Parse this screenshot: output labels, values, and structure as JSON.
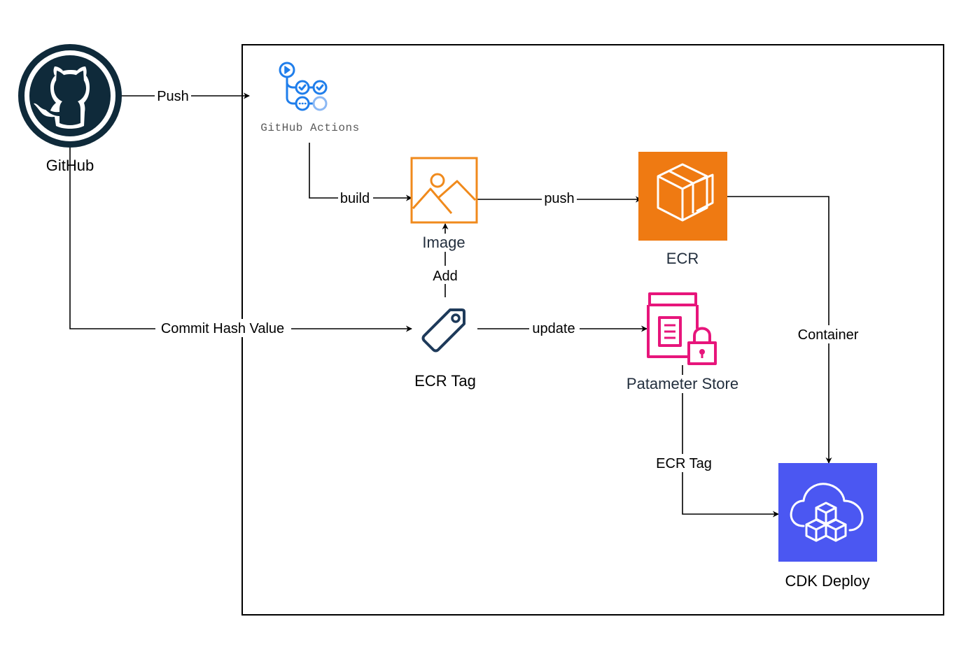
{
  "nodes": {
    "github": {
      "label": "GitHub"
    },
    "actions": {
      "label": "GitHub Actions"
    },
    "image": {
      "label": "Image"
    },
    "ecr": {
      "label": "ECR"
    },
    "ecr_tag": {
      "label": "ECR Tag"
    },
    "param_store": {
      "label": "Patameter Store"
    },
    "cdk": {
      "label": "CDK Deploy"
    }
  },
  "edges": {
    "push_actions": "Push",
    "build": "build",
    "push_ecr": "push",
    "add": "Add",
    "commit_hash": "Commit Hash Value",
    "update": "update",
    "container": "Container",
    "ecr_tag_edge": "ECR Tag"
  },
  "colors": {
    "github_dark": "#0f2a3a",
    "actions_blue": "#1f7eeb",
    "image_orange": "#f08a1c",
    "ecr_orange": "#ef7a12",
    "tag_navy": "#1e3a5a",
    "param_pink": "#e7157b",
    "cdk_purple": "#4b57f2"
  },
  "icons": {
    "github": "github-octocat-icon",
    "actions": "github-actions-icon",
    "image": "image-icon",
    "ecr": "ecr-icon",
    "ecr_tag": "tag-icon",
    "param_store": "parameter-store-icon",
    "cdk": "cdk-deploy-icon"
  }
}
